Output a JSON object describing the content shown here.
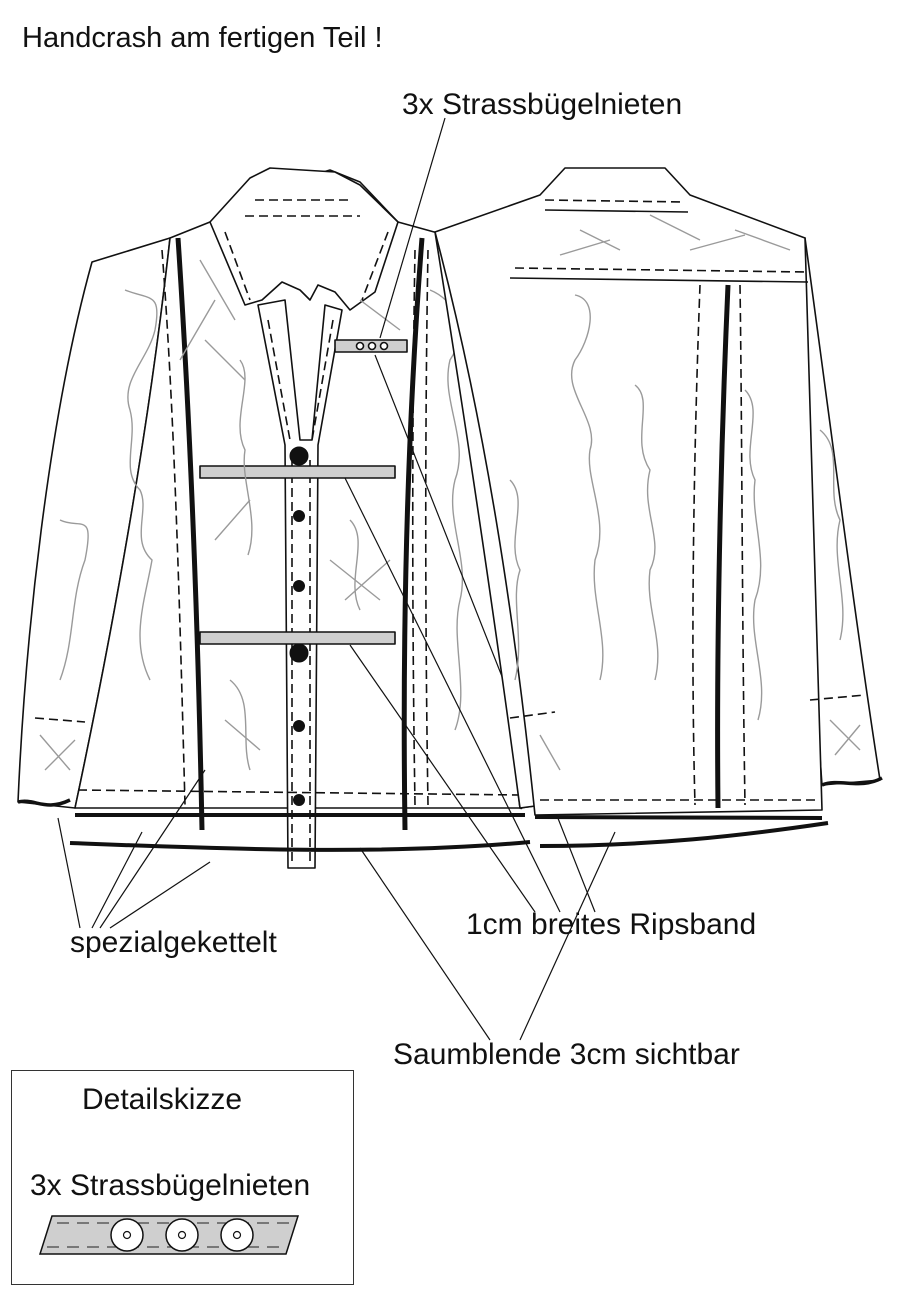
{
  "header": {
    "title": "Handcrash am fertigen Teil !"
  },
  "callouts": {
    "rivets": "3x Strassbügelnieten",
    "ribbon": "1cm breites Ripsband",
    "hem_binding": "Saumblende 3cm sichtbar",
    "special_chain": "spezialgekettelt"
  },
  "detail": {
    "title": "Detailskizze",
    "label": "3x Strassbügelnieten",
    "rivet_count": 3
  },
  "colors": {
    "line": "#111111",
    "grey_scribble": "#9a9a9a",
    "tape_fill": "#cfcfcf"
  }
}
